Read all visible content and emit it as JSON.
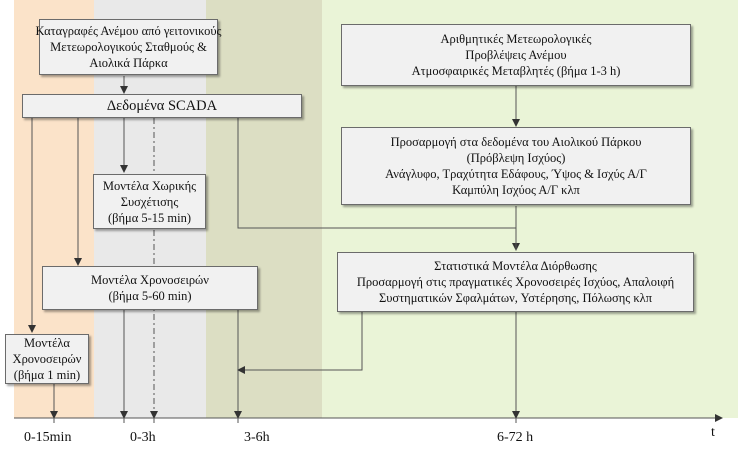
{
  "colors": {
    "band_orange": "#fbe3c9",
    "band_gray": "#e9e9e9",
    "band_olive": "#dcdec3",
    "band_green": "#eaf4d7",
    "box_fill": "#f1f1f1",
    "stroke": "#555555"
  },
  "boxes": {
    "wind_records": [
      "Καταγραφές Ανέμου από γειτονικούς",
      "Μετεωρολογικούς Σταθμούς &",
      "Αιολικά Πάρκα"
    ],
    "scada": [
      "Δεδομένα SCADA"
    ],
    "spatial_models": [
      "Μοντέλα Χωρικής",
      "Συσχέτισης",
      "(βήμα 5-15 min)"
    ],
    "ts_models_5_60": [
      "Μοντέλα Χρονοσειρών",
      "(βήμα 5-60 min)"
    ],
    "ts_models_1": [
      "Μοντέλα",
      "Χρονοσειρών",
      "(βήμα 1 min)"
    ],
    "nwp": [
      "Αριθμητικές Μετεωρολογικές",
      "Προβλέψεις Ανέμου",
      "Ατμοσφαιρικές Μεταβλητές (βήμα 1-3 h)"
    ],
    "adaptation": [
      "Προσαρμογή στα δεδομένα του Αιολικού Πάρκου",
      "(Πρόβλεψη Ισχύος)",
      "Ανάγλυφο, Τραχύτητα Εδάφους, Ύψος & Ισχύς Α/Γ",
      "Καμπύλη Ισχύος Α/Γ κλπ"
    ],
    "stat_correction": [
      "Στατιστικά Μοντέλα Διόρθωσης",
      "Προσαρμογή στις πραγματικές Χρονοσειρές Ισχύος, Απαλοιφή",
      "Συστηματικών Σφαλμάτων, Υστέρησης, Πόλωσης κλπ"
    ]
  },
  "timeline": {
    "labels": [
      "0-15min",
      "0-3h",
      "3-6h",
      "6-72 h"
    ],
    "axis_label": "t"
  }
}
